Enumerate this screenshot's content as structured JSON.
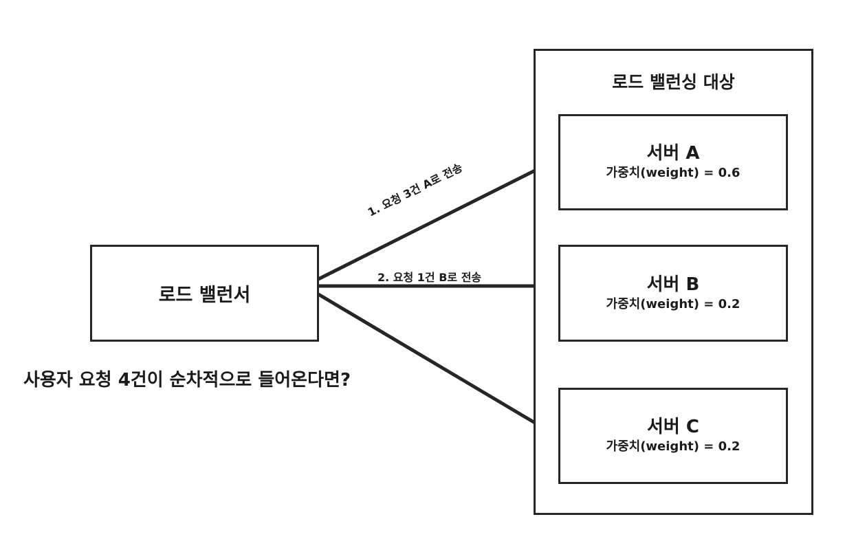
{
  "load_balancer": {
    "label": "로드 밸런서"
  },
  "question": "사용자 요청 4건이 순차적으로 들어온다면?",
  "target_group": {
    "title": "로드 밸런싱 대상",
    "servers": [
      {
        "name": "서버 A",
        "weight_label": "가중치(weight) = 0.6"
      },
      {
        "name": "서버 B",
        "weight_label": "가중치(weight) = 0.2"
      },
      {
        "name": "서버 C",
        "weight_label": "가중치(weight) = 0.2"
      }
    ]
  },
  "edges": [
    {
      "label": "1. 요청 3건 A로 전송"
    },
    {
      "label": "2. 요청 1건 B로 전송"
    },
    {
      "label": ""
    }
  ],
  "colors": {
    "stroke": "#262626",
    "text": "#1b1b1b",
    "background": "#ffffff"
  }
}
